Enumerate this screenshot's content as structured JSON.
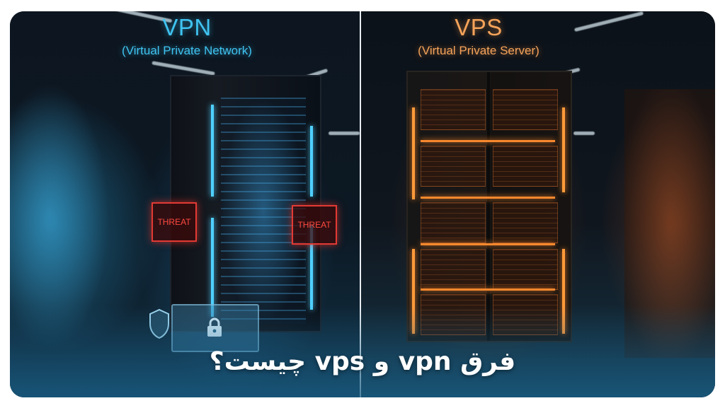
{
  "left_panel": {
    "heading": "VPN",
    "subheading": "(Virtual Private Network)",
    "accent_color": "#3fc3f0",
    "labels": [
      "THREAT",
      "THREAT"
    ],
    "icons": [
      "shield-icon",
      "lock-icon"
    ]
  },
  "right_panel": {
    "heading": "VPS",
    "subheading": "(Virtual Private Server)",
    "accent_color": "#f5a35a"
  },
  "title": "فرق vpn و vps چیست؟",
  "colors": {
    "threat_red": "#e23a34",
    "divider": "#e8edf1",
    "background": "#0b121a"
  }
}
